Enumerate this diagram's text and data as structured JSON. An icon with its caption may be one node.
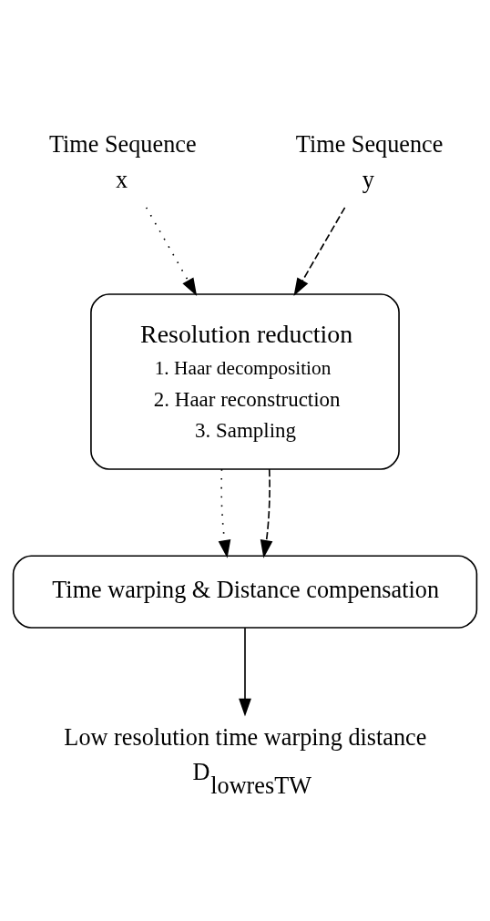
{
  "diagram": {
    "nodes": [
      {
        "text": [
          "Time Sequence",
          "x"
        ]
      },
      {
        "text": [
          "Time Sequence",
          "y"
        ]
      },
      {
        "text": [
          "Resolution reduction",
          "1. Haar decomposition",
          "2. Haar reconstruction",
          "3. Sampling"
        ]
      },
      {
        "text": [
          "Time warping & Distance compensation"
        ]
      },
      {
        "text": [
          "Low resolution time warping distance",
          "D$_{lowresTW}$"
        ]
      }
    ],
    "edges": [
      {
        "from": 0,
        "to": 2,
        "arrow": "to",
        "style": "dashed"
      },
      {
        "from": 1,
        "to": 2,
        "arrow": "to",
        "style": "dashed"
      },
      {
        "from": 2,
        "to": 3,
        "arrow": "to",
        "style": "dashed"
      },
      {
        "from": 2,
        "to": 3,
        "arrow": "to",
        "style": "dashed"
      },
      {
        "from": 3,
        "to": 4,
        "arrow": "to"
      }
    ]
  }
}
